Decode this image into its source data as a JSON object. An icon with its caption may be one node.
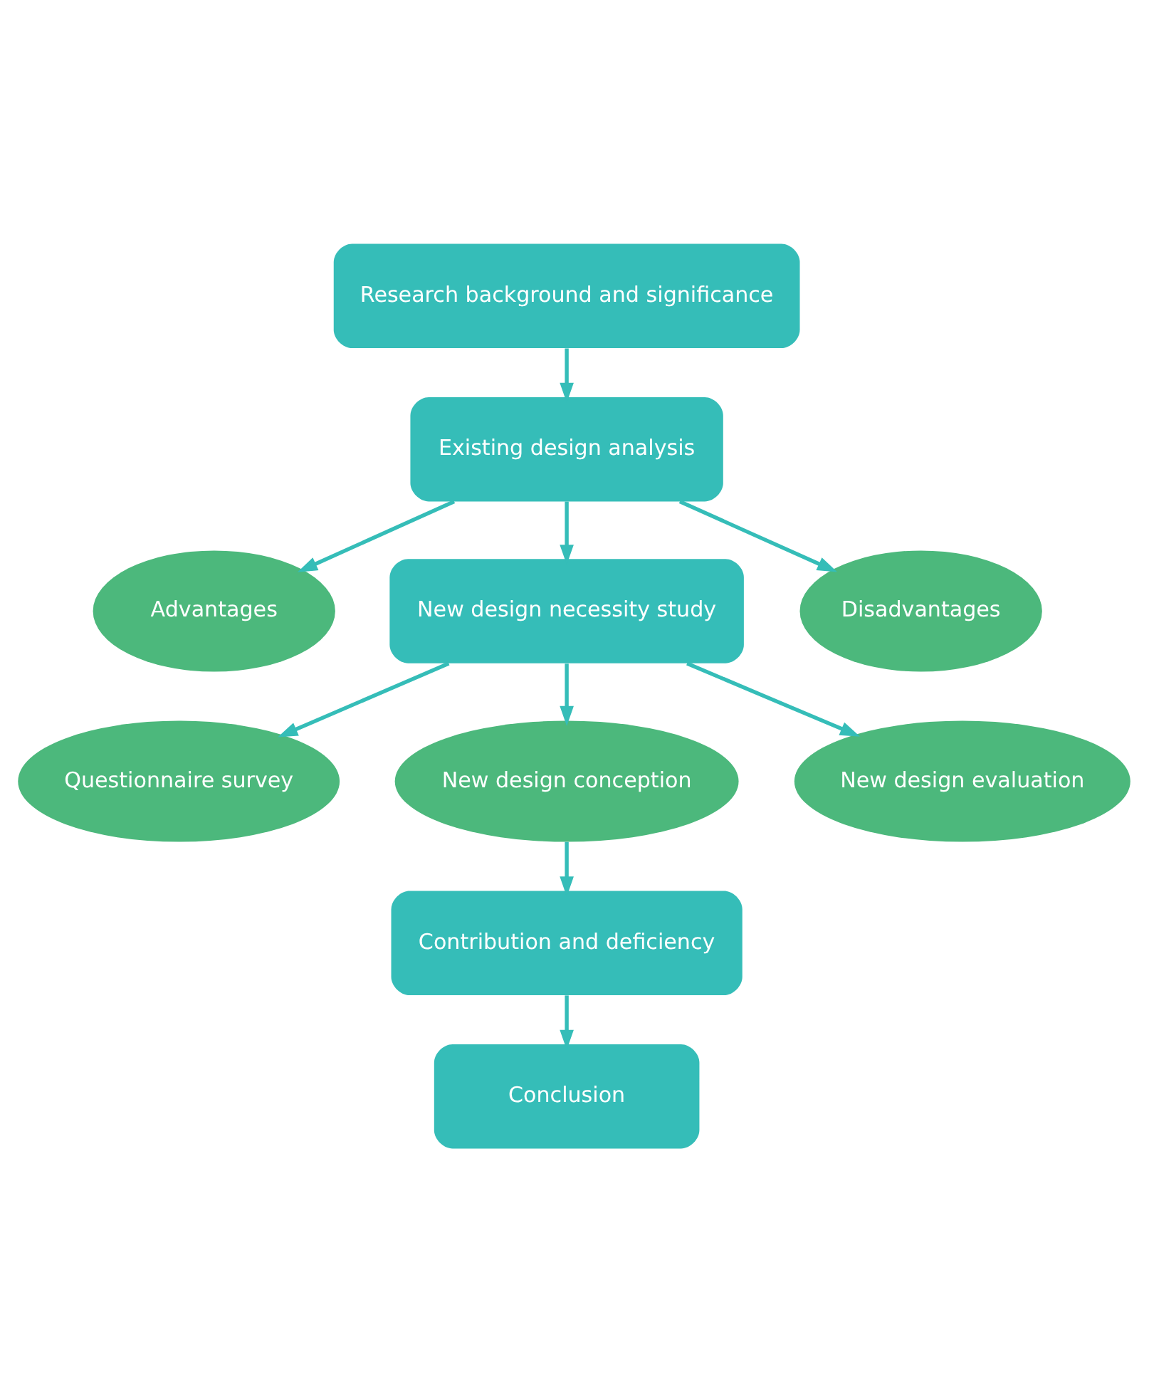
{
  "diagram": {
    "nodes": [
      {
        "text": [
          "Research background and significance"
        ]
      },
      {
        "text": [
          "Existing design analysis"
        ]
      },
      {
        "text": [
          "Advantages"
        ]
      },
      {
        "text": [
          "Disadvantages"
        ]
      },
      {
        "text": [
          "New design necessity study"
        ]
      },
      {
        "text": [
          "Questionnaire survey"
        ]
      },
      {
        "text": [
          "New design conception"
        ]
      },
      {
        "text": [
          "New design evaluation"
        ]
      },
      {
        "text": [
          "Contribution and deficiency"
        ]
      },
      {
        "text": [
          "Conclusion"
        ]
      }
    ],
    "edges": [
      {
        "from": 0,
        "to": 1,
        "arrow": "to"
      },
      {
        "from": 1,
        "to": 2,
        "arrow": "to"
      },
      {
        "from": 1,
        "to": 3,
        "arrow": "to"
      },
      {
        "from": 1,
        "to": 4,
        "arrow": "to"
      },
      {
        "from": 4,
        "to": 5,
        "arrow": "to"
      },
      {
        "from": 4,
        "to": 6,
        "arrow": "to"
      },
      {
        "from": 4,
        "to": 7,
        "arrow": "to"
      },
      {
        "from": 6,
        "to": 8,
        "arrow": "to"
      },
      {
        "from": 8,
        "to": 9,
        "arrow": "to"
      }
    ]
  }
}
